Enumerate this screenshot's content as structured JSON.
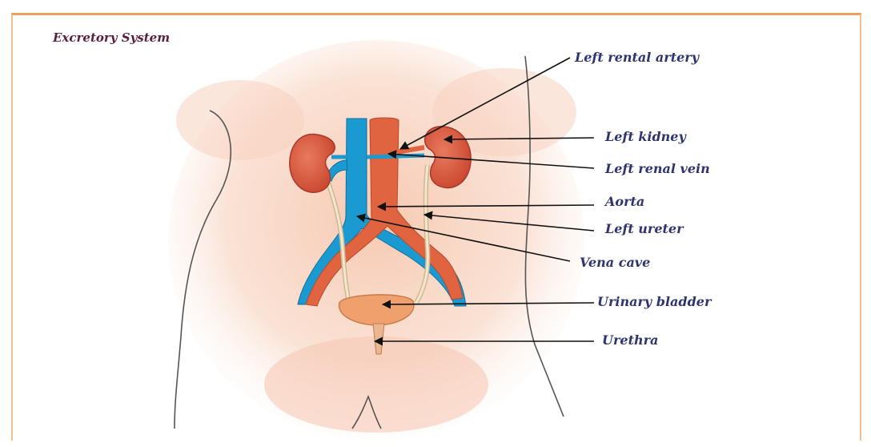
{
  "title": "Excretory System",
  "labels": {
    "left_renal_artery": "Left rental artery",
    "left_kidney": "Left kidney",
    "left_renal_vein": "Left renal vein",
    "aorta": "Aorta",
    "left_ureter": "Left ureter",
    "vena_cava": "Vena cave",
    "urinary_bladder": "Urinary bladder",
    "urethra": "Urethra"
  },
  "colors": {
    "kidney": "#d6543a",
    "aorta": "#e0643f",
    "vena_cava": "#1a9ad0",
    "ureter": "#e8d8b8",
    "bladder": "#f0a06c",
    "skin": "#f6cdb6",
    "label_text": "#2e3470",
    "frame": "#e8a05c"
  }
}
